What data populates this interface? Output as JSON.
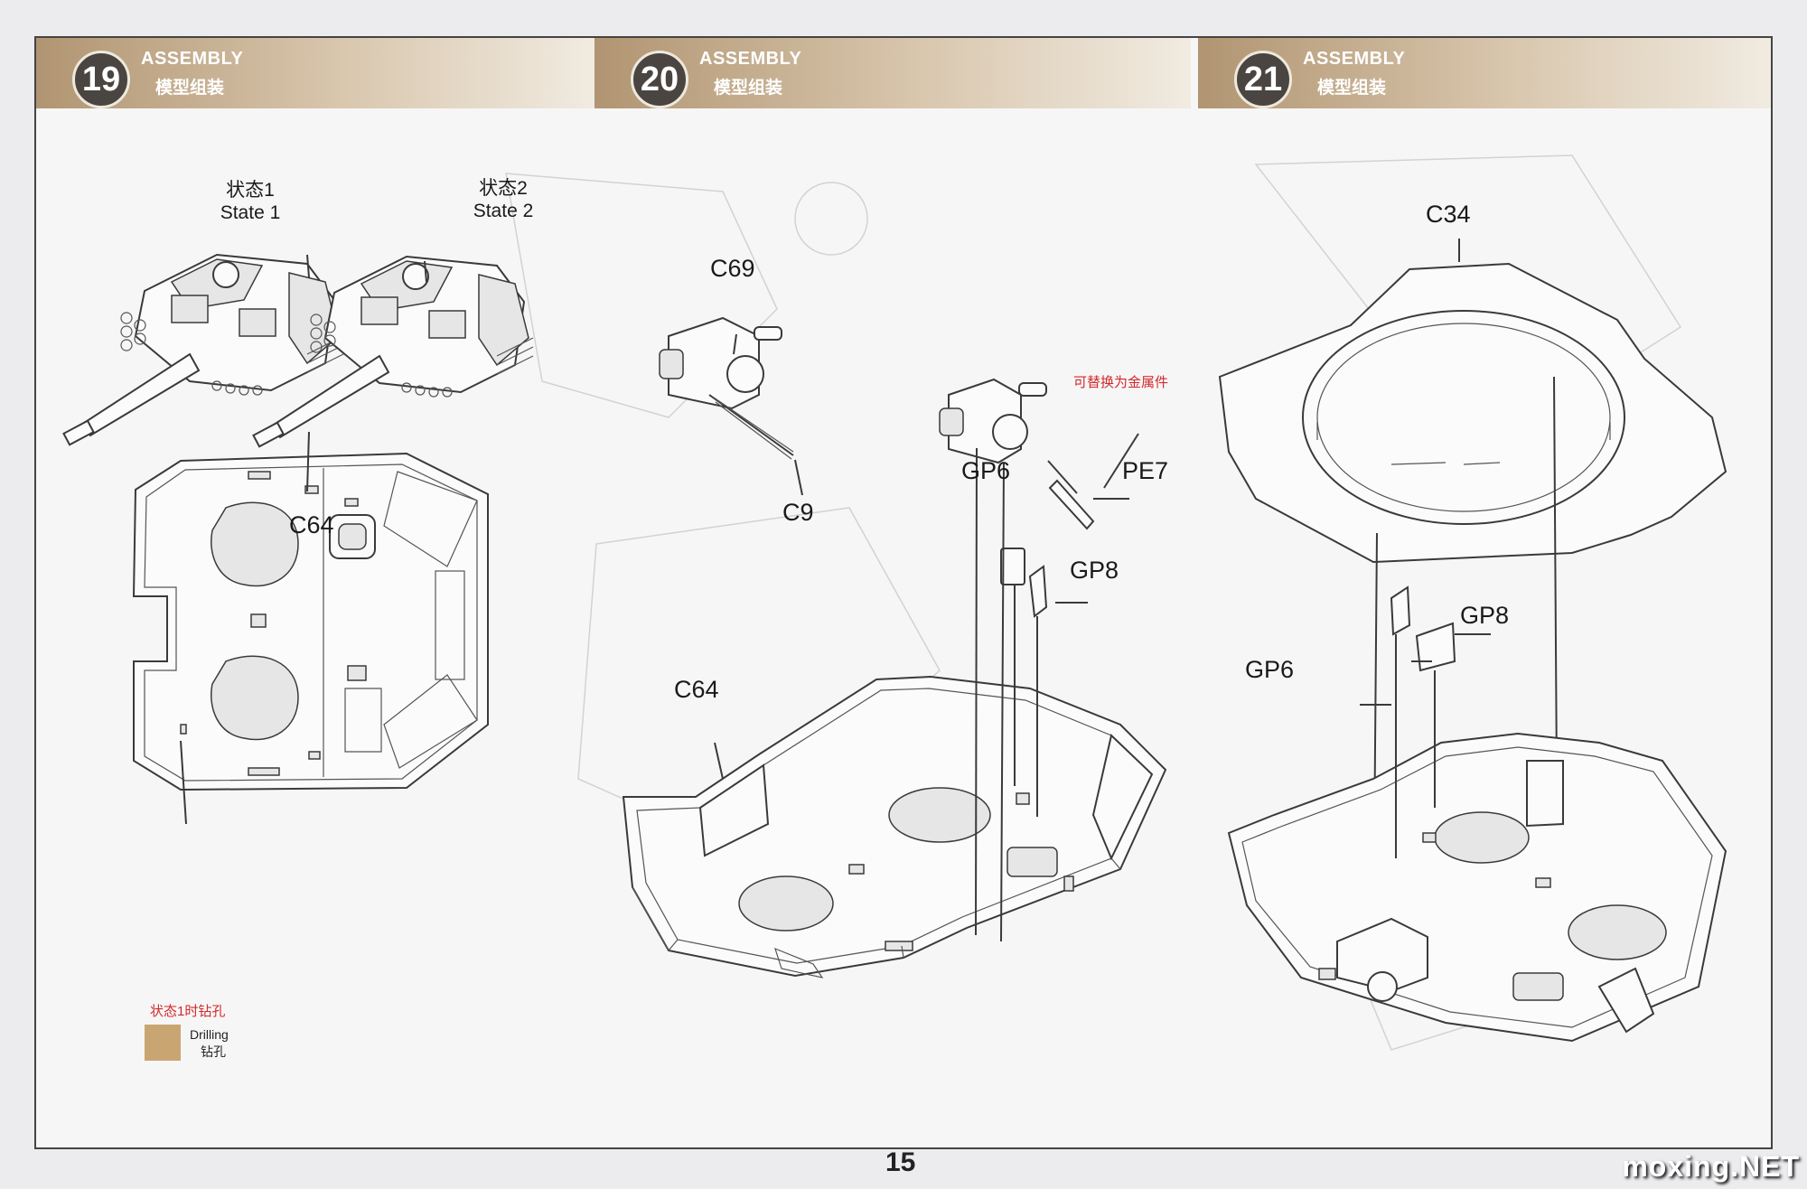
{
  "steps": [
    {
      "number": "19",
      "title": "ASSEMBLY",
      "subtitle": "模型组装"
    },
    {
      "number": "20",
      "title": "ASSEMBLY",
      "subtitle": "模型组装"
    },
    {
      "number": "21",
      "title": "ASSEMBLY",
      "subtitle": "模型组装"
    }
  ],
  "step19": {
    "state1_cn": "状态1",
    "state1_en": "State 1",
    "state2_cn": "状态2",
    "state2_en": "State 2",
    "part_c64": "C64",
    "drill_note": "状态1时钻孔",
    "drill_en": "Drilling",
    "drill_cn": "钻孔"
  },
  "step20": {
    "part_c69": "C69",
    "part_c9": "C9",
    "metal_note": "可替换为金属件",
    "part_pe7": "PE7",
    "part_gp6": "GP6",
    "part_gp8": "GP8",
    "part_c64": "C64"
  },
  "step21": {
    "part_c34": "C34",
    "part_gp8": "GP8",
    "part_gp6": "GP6"
  },
  "page_number": "15",
  "watermark": "moxing.NET"
}
